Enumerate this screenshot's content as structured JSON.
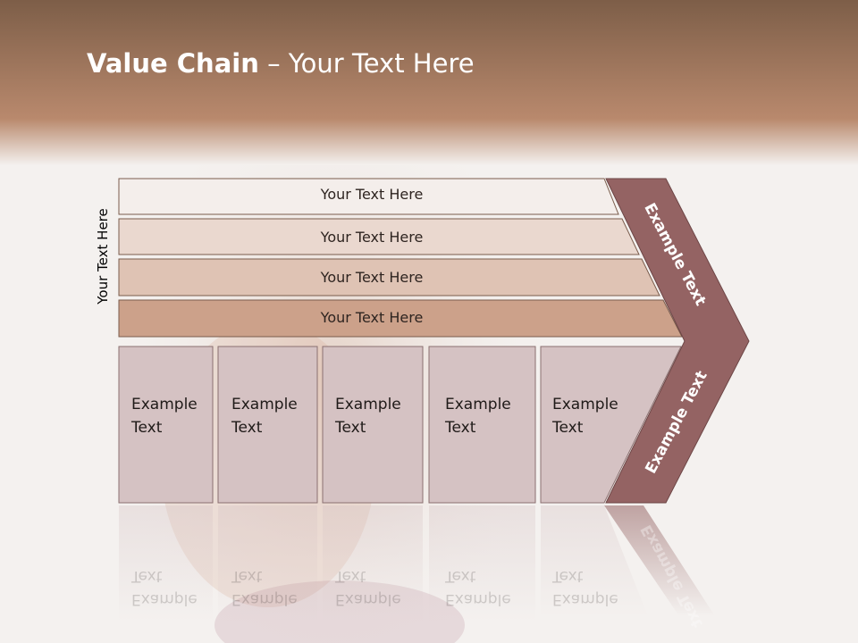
{
  "slide": {
    "title_bold": "Value Chain",
    "title_rest": " – Your Text Here",
    "side_label": "Your Text Here"
  },
  "bars": [
    {
      "label": "Your Text Here"
    },
    {
      "label": "Your Text Here"
    },
    {
      "label": "Your Text Here"
    },
    {
      "label": "Your Text Here"
    }
  ],
  "boxes": [
    {
      "line1": "Example",
      "line2": "Text"
    },
    {
      "line1": "Example",
      "line2": "Text"
    },
    {
      "line1": "Example",
      "line2": "Text"
    },
    {
      "line1": "Example",
      "line2": "Text"
    },
    {
      "line1": "Example",
      "line2": "Text"
    }
  ],
  "chevron": {
    "upper_label": "Example Text",
    "lower_label": "Example Text"
  },
  "colors": {
    "header_top": "#7d5e48",
    "header_bottom": "#b9896d",
    "bar_1": "#f4eeeb",
    "bar_2": "#ead8cf",
    "bar_3": "#dfc3b4",
    "bar_4": "#cca18a",
    "box_fill": "#d5c2c3",
    "chevron": "#946363"
  }
}
